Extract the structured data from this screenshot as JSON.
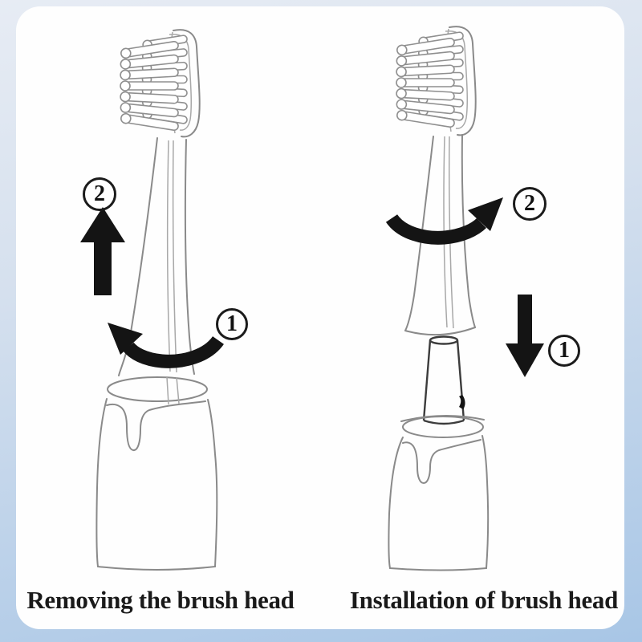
{
  "colors": {
    "background_top": "#e7ecf4",
    "background_bottom": "#a8c6e6",
    "card": "#fefefe",
    "outline_gray": "#8a8a8a",
    "arrow_black": "#141414",
    "text": "#1a1a1a"
  },
  "figures": {
    "left": {
      "caption": "Removing the brush head",
      "steps": [
        {
          "number": "1"
        },
        {
          "number": "2"
        }
      ]
    },
    "right": {
      "caption": "Installation of brush head",
      "steps": [
        {
          "number": "1"
        },
        {
          "number": "2"
        }
      ]
    }
  }
}
